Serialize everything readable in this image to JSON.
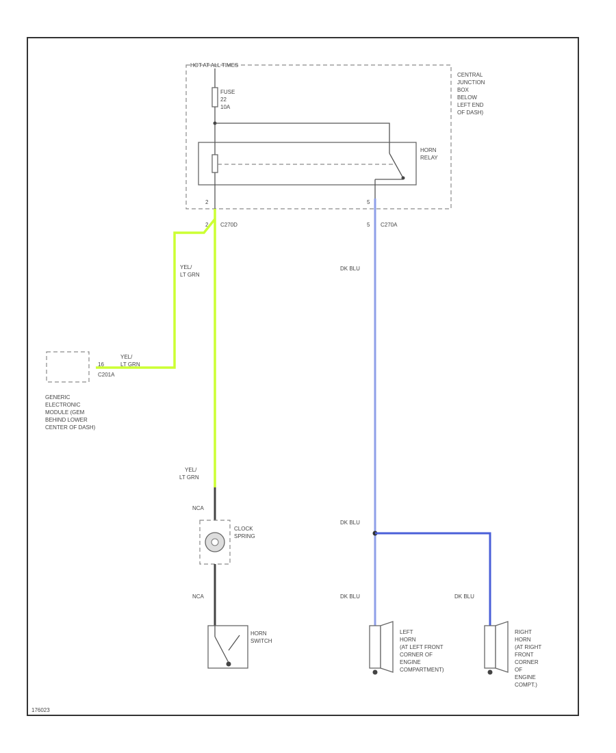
{
  "colors": {
    "border": "#333333",
    "wire_yel_lt_grn": "#ccff33",
    "wire_dk_blu": "#8f9fe8",
    "wire_dk_blu_branch": "#4a5fd8",
    "wire_nca": "#444444"
  },
  "labels": {
    "hot_at_all_times": "HOT AT ALL TIMES",
    "central_junction_box": [
      "CENTRAL",
      "JUNCTION",
      "BOX",
      "BELOW",
      "LEFT END",
      "OF DASH)"
    ],
    "fuse": [
      "FUSE",
      "22",
      "10A"
    ],
    "horn_relay": [
      "HORN",
      "RELAY"
    ],
    "relay_pin_left": "2",
    "relay_pin_right": "5",
    "conn_left": "2",
    "conn_left_id": "C270D",
    "conn_right": "5",
    "conn_right_id": "C270A",
    "wire_yel_lt_grn_upper": [
      "YEL/",
      "LT GRN"
    ],
    "wire_yel_lt_grn_gem": [
      "YEL/",
      "LT GRN"
    ],
    "gem_pin": "16",
    "gem_conn": "C201A",
    "gem_label": [
      "GENERIC",
      "ELECTRONIC",
      "MODULE (GEM",
      "BEHIND LOWER",
      "CENTER OF DASH)"
    ],
    "wire_yel_lt_grn_lower": [
      "YEL/",
      "LT GRN"
    ],
    "nca_upper": "NCA",
    "clock_spring": [
      "CLOCK",
      "SPRING"
    ],
    "nca_lower": "NCA",
    "horn_switch": [
      "HORN",
      "SWITCH"
    ],
    "dk_blu_upper": "DK BLU",
    "dk_blu_splice": "DK BLU",
    "dk_blu_left": "DK BLU",
    "dk_blu_right": "DK BLU",
    "left_horn": [
      "LEFT",
      "HORN",
      "(AT LEFT FRONT",
      "CORNER OF",
      "ENGINE",
      "COMPARTMENT)"
    ],
    "right_horn": [
      "RIGHT",
      "HORN",
      "(AT RIGHT",
      "FRONT",
      "CORNER",
      "OF",
      "ENGINE",
      "COMPT.)"
    ],
    "figure_id": "176023"
  }
}
